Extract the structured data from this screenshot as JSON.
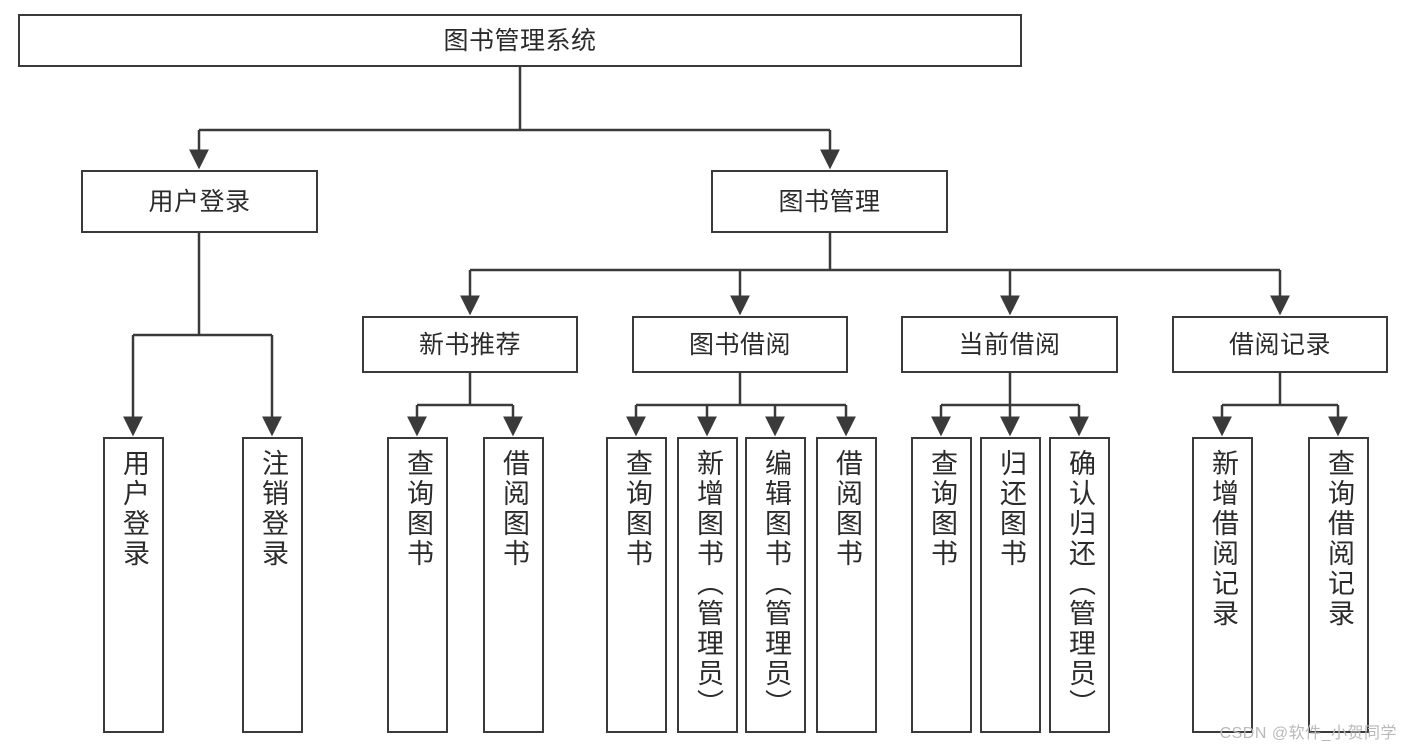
{
  "diagram": {
    "title": "图书管理系统",
    "stroke_color": "#3a3a3a",
    "text_color": "#2b2b2b",
    "background_color": "#ffffff",
    "watermark": "CSDN @软件_小贺同学",
    "watermark_color": "#b9b9b9"
  },
  "nodes": {
    "root": {
      "label": "图书管理系统"
    },
    "level2": [
      {
        "label": "用户登录"
      },
      {
        "label": "图书管理"
      }
    ],
    "level3": [
      {
        "label": "新书推荐"
      },
      {
        "label": "图书借阅"
      },
      {
        "label": "当前借阅"
      },
      {
        "label": "借阅记录"
      }
    ],
    "leaves": {
      "user_login": [
        {
          "label": "用户登录"
        },
        {
          "label": "注销登录"
        }
      ],
      "new_book_recommend": [
        {
          "label": "查询图书"
        },
        {
          "label": "借阅图书"
        }
      ],
      "book_borrow": [
        {
          "label": "查询图书"
        },
        {
          "label": "新增图书（管理员）"
        },
        {
          "label": "编辑图书（管理员）"
        },
        {
          "label": "借阅图书"
        }
      ],
      "current_borrow": [
        {
          "label": "查询图书"
        },
        {
          "label": "归还图书"
        },
        {
          "label": "确认归还（管理员）"
        }
      ],
      "borrow_record": [
        {
          "label": "新增借阅记录"
        },
        {
          "label": "查询借阅记录"
        }
      ]
    }
  }
}
